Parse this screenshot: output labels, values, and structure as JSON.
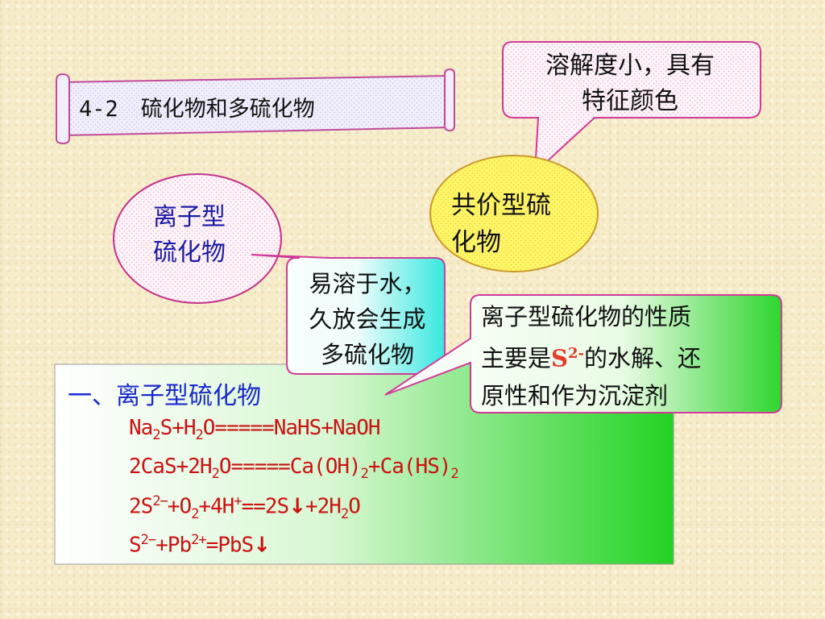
{
  "title": {
    "number": "4-2",
    "text": "硫化物和多硫化物"
  },
  "callout_top_right": {
    "line1": "溶解度小，具有",
    "line2": "特征颜色"
  },
  "oval_ionic": {
    "line1": "离子型",
    "line2": "硫化物"
  },
  "oval_covalent": {
    "line1": "共价型硫",
    "line2": "化物"
  },
  "callout_soluble": {
    "line1": "易溶于水，",
    "line2": "久放会生成",
    "line3": "多硫化物"
  },
  "callout_properties": {
    "line1": "离子型硫化物的性质",
    "line2_prefix": "主要是",
    "ion_symbol": "S",
    "ion_charge": "2-",
    "line2_suffix": "的水解、还",
    "line3": "原性和作为沉淀剂"
  },
  "section": {
    "heading": "一、离子型硫化物",
    "eq1": {
      "a": "Na",
      "a_sub": "2",
      "b": "S+H",
      "b_sub": "2",
      "c": "O=====NaHS+NaOH"
    },
    "eq2": {
      "a": "2CaS+2H",
      "a_sub": "2",
      "b": "O=====Ca(OH)",
      "b_sub": "2",
      "c": "+Ca(HS)",
      "c_sub": "2"
    },
    "eq3": {
      "a": "2S",
      "a_sup": "2−",
      "b": "+O",
      "b_sub": "2",
      "c": "+4H",
      "c_sup": "+",
      "d": "==2S",
      "arrow": "↓",
      "e": "+2H",
      "e_sub": "2",
      "f": "O"
    },
    "eq4": {
      "a": "S",
      "a_sup": "2−",
      "b": "+Pb",
      "b_sup": "2+",
      "c": "=PbS",
      "arrow": "↓"
    }
  },
  "colors": {
    "background": "#f6ecc9",
    "heading_blue": "#1a2acc",
    "equation_red": "#cc1111",
    "ionic_text_blue": "#1a1aa6",
    "box_green_start": "#ffffff",
    "box_green_end": "#22d322",
    "callout_cyan": "#38e8e0",
    "oval_yellow": "#fff35a",
    "pink_border": "#d23a9a"
  }
}
